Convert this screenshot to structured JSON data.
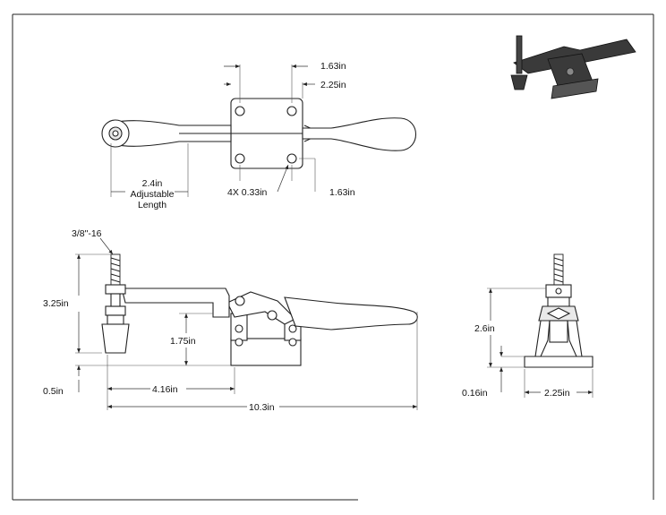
{
  "views": {
    "top": {
      "dim_hole_spacing_upper": "1.63in",
      "dim_base_width": "2.25in",
      "dim_adjustable_value": "2.4in",
      "dim_adjustable_word": "Adjustable",
      "dim_adjustable_length": "Length",
      "dim_holes": "4X 0.33in",
      "dim_hole_spacing_lower": "1.63in"
    },
    "side": {
      "thread": "3/8\"-16",
      "dim_spindle_height": "3.25in",
      "dim_pivot_height": "1.75in",
      "dim_base_offset": "0.5in",
      "dim_reach": "4.16in",
      "dim_overall_length": "10.3in"
    },
    "end": {
      "dim_height": "2.6in",
      "dim_base_thickness": "0.16in",
      "dim_base_width": "2.25in"
    }
  },
  "colors": {
    "line": "#222222",
    "background": "#ffffff",
    "iso_dark": "#3a3a3a"
  }
}
